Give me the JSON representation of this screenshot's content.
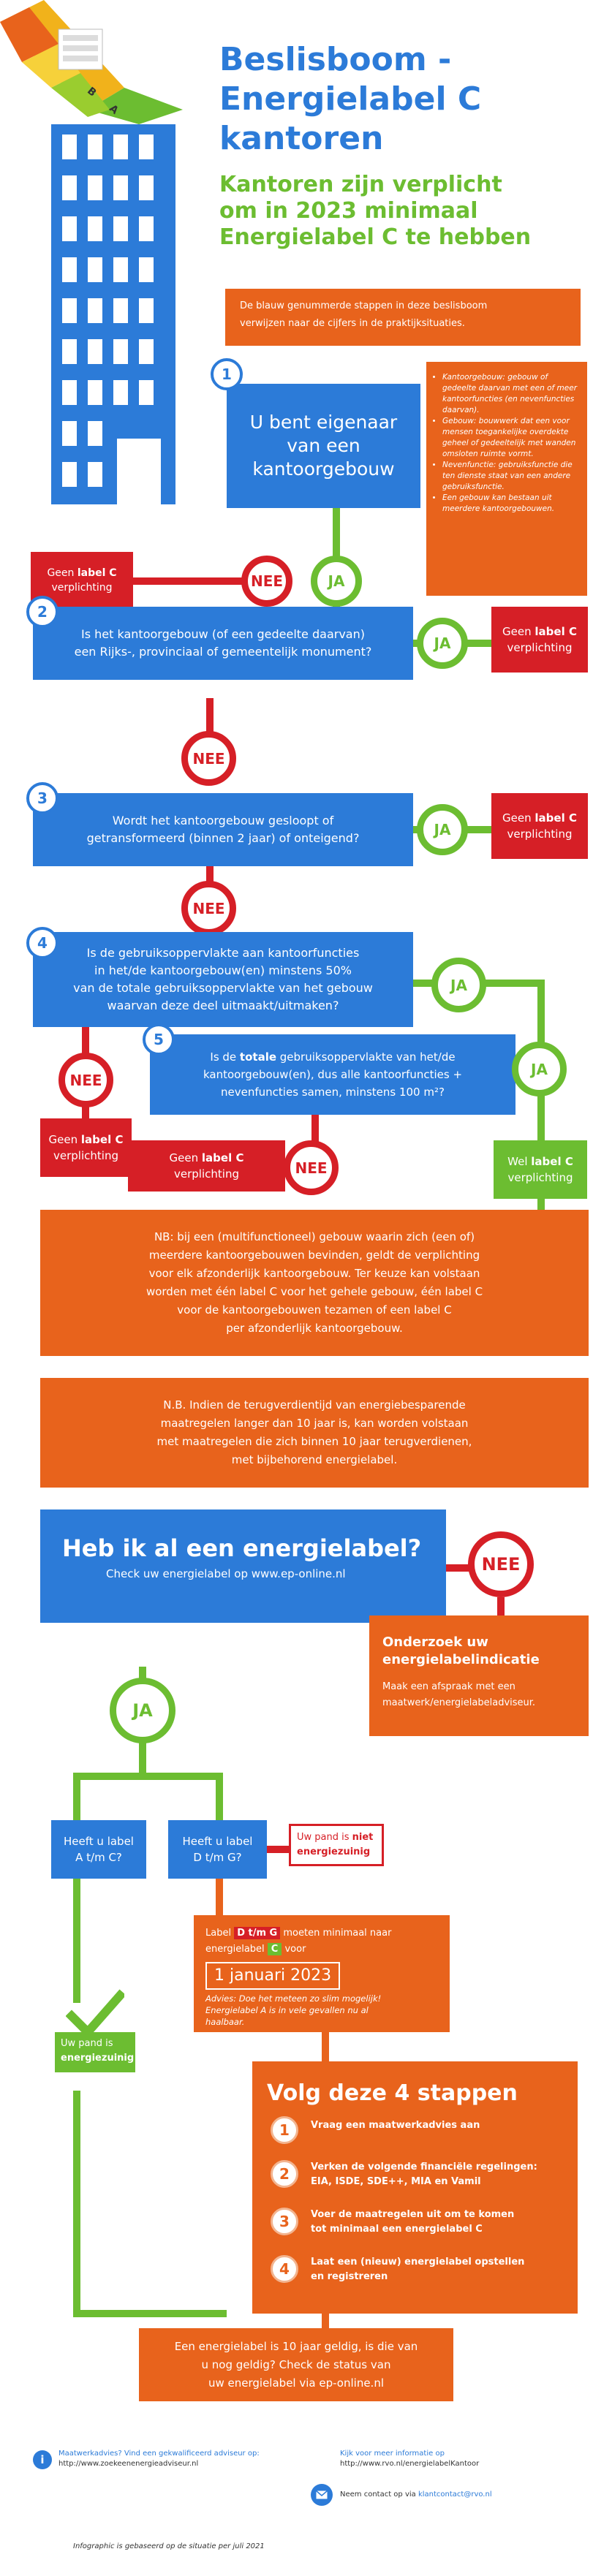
{
  "header": {
    "title_line1": "Beslisboom -",
    "title_line2": "Energielabel C",
    "title_line3": "kantoren",
    "subtitle_line1": "Kantoren zijn verplicht",
    "subtitle_line2": "om in 2023 minimaal",
    "subtitle_line3": "Energielabel C te hebben",
    "intro_line1": "De blauw genummerde stappen in deze beslisboom",
    "intro_line2": "verwijzen naar de cijfers in de praktijksituaties.",
    "stair_labels": [
      "B",
      "A"
    ]
  },
  "labels": {
    "nee": "NEE",
    "ja": "JA",
    "geen": "Geen ",
    "label_c": "label C",
    "verplichting": "verplichting",
    "wel": "Wel "
  },
  "q1": {
    "num": "1",
    "line1": "U bent eigenaar",
    "line2": "van een",
    "line3": "kantoorgebouw",
    "notes": [
      "Kantoorgebouw: gebouw of gedeelte daarvan met een of meer kantoorfuncties (en nevenfuncties daarvan).",
      "Gebouw: bouwwerk dat een voor mensen toegankelijke overdekte geheel of gedeeltelijk met wanden omsloten ruimte vormt.",
      "Nevenfunctie: gebruiksfunctie die ten dienste staat van een andere gebruiksfunctie.",
      "Een gebouw kan bestaan uit meerdere kantoorgebouwen."
    ]
  },
  "q2": {
    "num": "2",
    "line1": "Is het kantoorgebouw (of een gedeelte daarvan)",
    "line2": "een Rijks-, provinciaal of gemeentelijk monument?"
  },
  "q3": {
    "num": "3",
    "line1": "Wordt het kantoorgebouw gesloopt of",
    "line2": "getransformeerd (binnen 2 jaar) of onteigend?"
  },
  "q4": {
    "num": "4",
    "line1": "Is de gebruiksoppervlakte aan kantoorfuncties",
    "line2": "in het/de kantoorgebouw(en) minstens 50%",
    "line3": "van de totale gebruiksoppervlakte van het gebouw",
    "line4": "waarvan deze deel uitmaakt/uitmaken?"
  },
  "q5": {
    "num": "5",
    "pre": "Is de ",
    "bold": "totale",
    "line1_rest": " gebruiksoppervlakte van het/de",
    "line2": "kantoorgebouw(en), dus alle kantoorfuncties +",
    "line3": "nevenfuncties samen, minstens 100 m²?"
  },
  "nb1": [
    "NB: bij een (multifunctioneel) gebouw waarin zich (een of)",
    "meerdere kantoorgebouwen bevinden, geldt de verplichting",
    "voor elk afzonderlijk kantoorgebouw. Ter keuze kan volstaan",
    "worden met één label C voor het gehele gebouw, één label C",
    "voor de kantoorgebouwen tezamen of een label C",
    "per afzonderlijk kantoorgebouw."
  ],
  "nb2": [
    "N.B. Indien de terugverdientijd van energiebesparende",
    "maatregelen langer dan 10 jaar is, kan worden volstaan",
    "met maatregelen die zich binnen 10 jaar terugverdienen,",
    "met bijbehorend energielabel."
  ],
  "energielabel_q": {
    "title": "Heb ik al een energielabel?",
    "sub": "Check uw energielabel op www.ep-online.nl"
  },
  "onderzoek": {
    "title1": "Onderzoek uw",
    "title2": "energielabelindicatie",
    "text1": "Maak een afspraak met een",
    "text2": "maatwerk/energielabeladviseur."
  },
  "label_at": {
    "line1": "Heeft u label",
    "line2": "A t/m C?"
  },
  "label_dg": {
    "line1": "Heeft u label",
    "line2": "D t/m G?"
  },
  "niet_zuinig": {
    "pre": "Uw pand is ",
    "bold1": "niet",
    "bold2": "energiezuinig"
  },
  "zuinig": {
    "pre": "Uw pand is",
    "bold": "energiezuinig"
  },
  "deadline": {
    "pre": "Label ",
    "badge_dg": "D t/m G",
    "mid": " moeten minimaal naar",
    "line2_pre": "energielabel ",
    "badge_c": "C",
    "line2_post": " voor",
    "date": "1 januari 2023",
    "advice1": "Advies: Doe het meteen zo slim mogelijk!",
    "advice2": "Energielabel A is in vele gevallen nu al",
    "advice3": "haalbaar."
  },
  "steps": {
    "title": "Volg deze 4 stappen",
    "items": [
      {
        "n": "1",
        "l1": "Vraag een maatwerkadvies aan",
        "l2": ""
      },
      {
        "n": "2",
        "l1": "Verken de volgende financiële regelingen:",
        "l2": "EIA, ISDE, SDE++, MIA en Vamil"
      },
      {
        "n": "3",
        "l1": "Voer de maatregelen uit om te komen",
        "l2": "tot minimaal een energielabel C"
      },
      {
        "n": "4",
        "l1": "Laat een (nieuw) energielabel opstellen",
        "l2": "en registreren"
      }
    ]
  },
  "bottom_box": [
    "Een energielabel is 10 jaar geldig, is die van",
    "u nog geldig? Check de status van",
    "uw energielabel via ep-online.nl"
  ],
  "footer": {
    "maatwerk_label": "Maatwerkadvies? Vind een gekwalificeerd adviseur op:",
    "maatwerk_url": "http://www.zoekeenenergieadviseur.nl",
    "info_label": "Kijk voor meer informatie op",
    "info_url": "http://www.rvo.nl/energielabelKantoor",
    "contact_pre": "Neem contact op via ",
    "contact_email": "klantcontact@rvo.nl",
    "note": "Infographic is gebaseerd op de situatie per juli 2021"
  }
}
